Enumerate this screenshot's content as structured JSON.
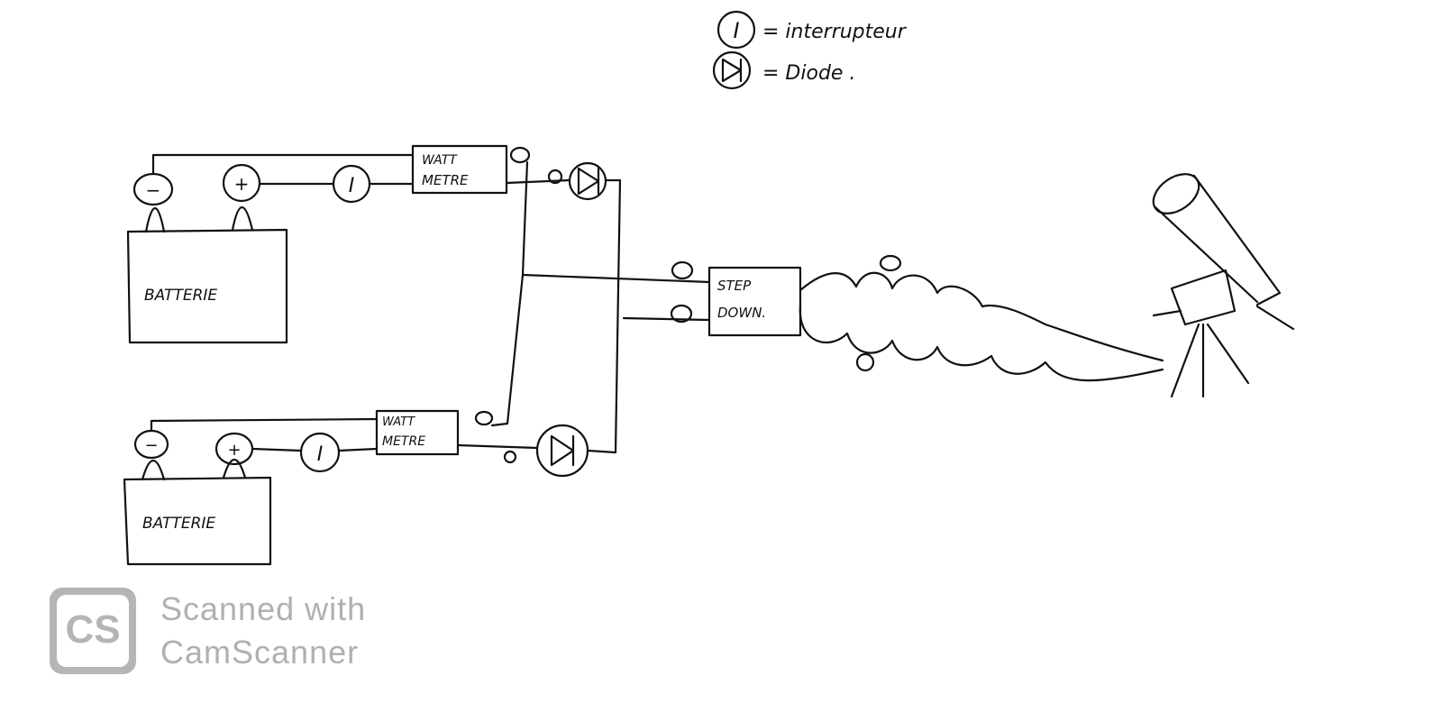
{
  "legend": {
    "switch_symbol": "I",
    "switch_text": "= interrupteur",
    "diode_text": "= Diode ."
  },
  "circuit": {
    "battery_label_1": "BATTERIE",
    "battery_label_2": "BATTERIE",
    "wattmeter_line1": "WATT",
    "wattmeter_line2": "METRE",
    "switch_symbol": "I",
    "minus": "−",
    "plus": "+",
    "stepdown_line1": "STEP",
    "stepdown_line2": "DOWN."
  },
  "watermark": {
    "logo": "CS",
    "line1": "Scanned with",
    "line2": "CamScanner"
  }
}
